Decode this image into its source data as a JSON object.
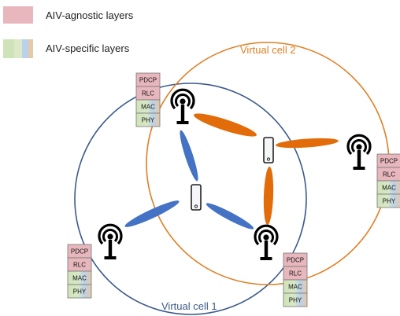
{
  "legend": {
    "agnostic_label": "AIV-agnostic layers",
    "specific_label": "AIV-specific layers"
  },
  "cells": {
    "cell1_label": "Virtual cell 1",
    "cell2_label": "Virtual cell 2"
  },
  "stack": {
    "layers": [
      "PDCP",
      "RLC",
      "MAC",
      "PHY"
    ]
  },
  "colors": {
    "agnostic_fill": "#e8b7bd",
    "specific_fill_a": "#c8ddb7",
    "specific_fill_b": "#b7cfe6",
    "cell1": "#3b5a8a",
    "cell2": "#e07f24",
    "beam_blue": "#4472c4",
    "beam_orange": "#e36c0a"
  }
}
